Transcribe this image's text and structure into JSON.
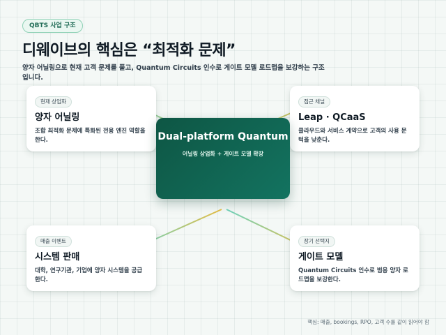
{
  "header": {
    "badge": "QBTS 사업 구조",
    "title": "디웨이브의 핵심은 “최적화 문제”",
    "subtitle": "양자 어닐링으로 현재 고객 문제를 풀고, Quantum Circuits 인수로 게이트 모델 로드맵을 보강하는 구조입니다."
  },
  "center": {
    "title": "Dual-platform Quantum",
    "subtitle": "어닐링 상업화 + 게이트 모델 확장"
  },
  "cards": [
    {
      "tag": "현재 상업화",
      "title": "양자 어닐링",
      "desc": "조합 최적화 문제에 특화된 전용 엔진 역할을 한다."
    },
    {
      "tag": "접근 채널",
      "title": "Leap · QCaaS",
      "desc": "클라우드와 서비스 계약으로 고객의 사용 문턱을 낮춘다."
    },
    {
      "tag": "매출 이벤트",
      "title": "시스템 판매",
      "desc": "대학, 연구기관, 기업에 양자 시스템을 공급한다."
    },
    {
      "tag": "장기 선택지",
      "title": "게이트 모델",
      "desc": "Quantum Circuits 인수로 범용 양자 로드맵을 보강한다."
    }
  ],
  "footnote": "핵심: 매출, bookings, RPO, 고객 수를 같이 읽어야 함",
  "colors": {
    "accent_green": "#12705c",
    "accent_gold": "#e2b63c",
    "accent_teal": "#5fc9b0"
  }
}
